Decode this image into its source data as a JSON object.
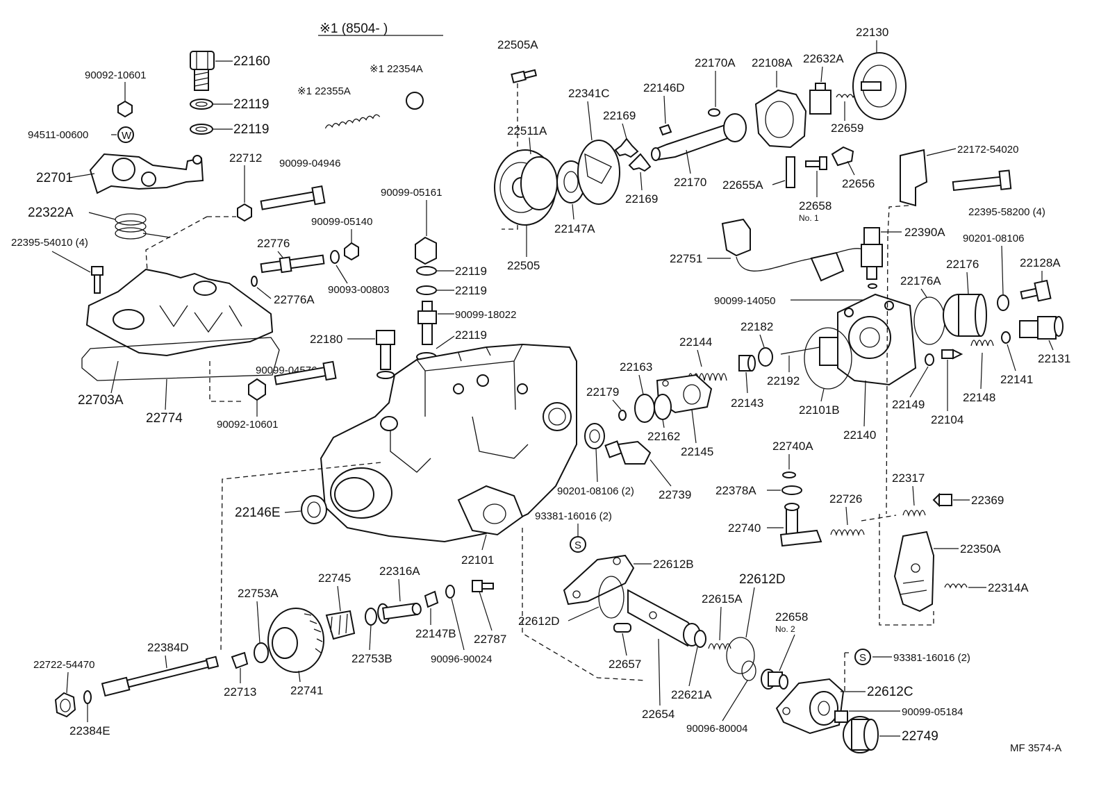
{
  "header": {
    "note": "※1 (8504-      )"
  },
  "footer": {
    "code": "MF 3574-A"
  },
  "symbols": {
    "w": "W",
    "s": "S"
  },
  "labels": {
    "p22160": "22160",
    "p22119a": "22119",
    "p22119b": "22119",
    "p9009210601a": "90092-10601",
    "p9451100600": "94511-00600",
    "p22355A": "※1 22355A",
    "p22354A": "※1 22354A",
    "p22505A": "22505A",
    "p22130": "22130",
    "p22170A": "22170A",
    "p22108A": "22108A",
    "p22632A": "22632A",
    "p22146D": "22146D",
    "p22341C": "22341C",
    "p22169a": "22169",
    "p22169b": "22169",
    "p22511A": "22511A",
    "p22170": "22170",
    "p22659": "22659",
    "p22172": "22172-54020",
    "p22655A": "22655A",
    "p22656": "22656",
    "p22658": "22658",
    "p22658sub": "No. 1",
    "p22395_58200": "22395-58200 (4)",
    "p22147A": "22147A",
    "p22505": "22505",
    "p22701": "22701",
    "p22712": "22712",
    "p9009904946": "90099-04946",
    "p22322A": "22322A",
    "p22395_54010": "22395-54010 (4)",
    "p9009905161": "90099-05161",
    "p9009905140": "90099-05140",
    "p22776": "22776",
    "p22776A": "22776A",
    "p9009300803": "90093-00803",
    "p22119c": "22119",
    "p22119d": "22119",
    "p9009918022": "90099-18022",
    "p22119e": "22119",
    "p22390A": "22390A",
    "p22751": "22751",
    "p9020108106": "90201-08106",
    "p22176": "22176",
    "p22128A": "22128A",
    "p9009914050": "90099-14050",
    "p22176A": "22176A",
    "p22182": "22182",
    "p22144": "22144",
    "p22180": "22180",
    "p22703A": "22703A",
    "p22774": "22774",
    "p9009904576": "90099-04576",
    "p9009210601b": "90092-10601",
    "p22163": "22163",
    "p22179": "22179",
    "p22162": "22162",
    "p22145": "22145",
    "p22143": "22143",
    "p22192": "22192",
    "p22101B": "22101B",
    "p22140": "22140",
    "p22149": "22149",
    "p22104": "22104",
    "p22148": "22148",
    "p22141": "22141",
    "p22131": "22131",
    "p22740A": "22740A",
    "p22378A": "22378A",
    "p22740": "22740",
    "p22726": "22726",
    "p22317": "22317",
    "p22369": "22369",
    "p22350A": "22350A",
    "p22314A": "22314A",
    "p22146E": "22146E",
    "p9020108106_2": "90201-08106 (2)",
    "p22739": "22739",
    "p9338116016a": "93381-16016 (2)",
    "p22101": "22101",
    "p22612B": "22612B",
    "p22612D_1": "22612D",
    "p22612D_2": "22612D",
    "p22615A": "22615A",
    "p22658_2": "22658",
    "p22658_2sub": "No. 2",
    "p22753A": "22753A",
    "p22745": "22745",
    "p22316A": "22316A",
    "p22147B": "22147B",
    "p22787": "22787",
    "p22753B": "22753B",
    "p9009690024": "90096-90024",
    "p22384D": "22384D",
    "p22722": "22722-54470",
    "p22713": "22713",
    "p22741": "22741",
    "p22384E": "22384E",
    "p22657": "22657",
    "p22654": "22654",
    "p22621A": "22621A",
    "p9009680004": "90096-80004",
    "p9338116016b": "93381-16016 (2)",
    "p22612C": "22612C",
    "p9009905184": "90099-05184",
    "p22749": "22749"
  }
}
